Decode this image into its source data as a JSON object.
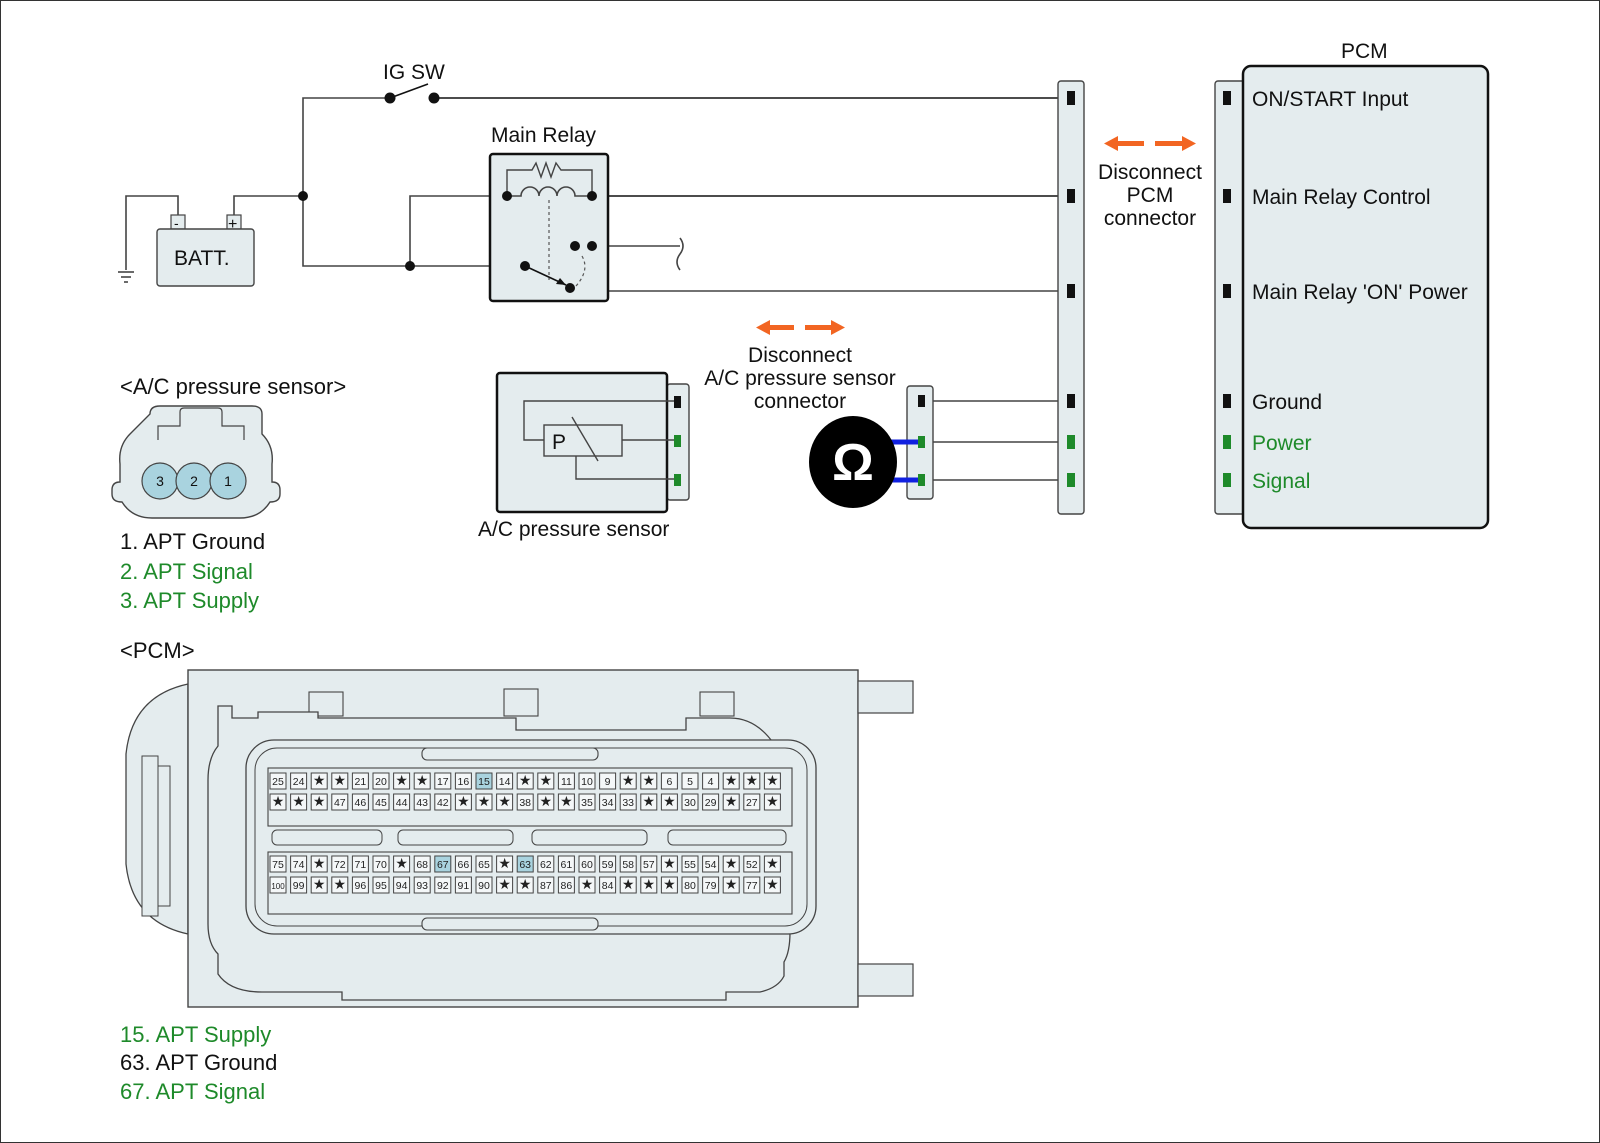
{
  "colors": {
    "wire": "#444444",
    "component_fill": "#e4ecee",
    "pin_black": "#111111",
    "pin_green": "#1e8a2a",
    "disconnect_arrow": "#f26522",
    "meter_lead": "#1020e0",
    "highlight_pin": "#a9d3df",
    "sensor_pin_fill": "#a9d3df"
  },
  "top_circuit": {
    "ig_switch_label": "IG SW",
    "battery_label": "BATT.",
    "battery_neg": "-",
    "battery_pos": "+",
    "main_relay_label": "Main Relay",
    "pcm_title": "PCM",
    "pcm_disconnect": [
      "Disconnect",
      "PCM",
      "connector"
    ],
    "pcm_pins": [
      {
        "label": "ON/START Input",
        "color": "black"
      },
      {
        "label": "Main Relay Control",
        "color": "black"
      },
      {
        "label": "Main Relay 'ON' Power",
        "color": "black"
      },
      {
        "label": "Ground",
        "color": "black"
      },
      {
        "label": "Power",
        "color": "green"
      },
      {
        "label": "Signal",
        "color": "green"
      }
    ],
    "sensor_label": "A/C pressure sensor",
    "sensor_element": "P",
    "sensor_disconnect": [
      "Disconnect",
      "A/C pressure sensor",
      "connector"
    ],
    "meter_symbol": "Ω",
    "meter_icon": "ohmmeter-icon"
  },
  "sensor_connector": {
    "title": "<A/C pressure sensor>",
    "pins": [
      "3",
      "2",
      "1"
    ],
    "legend": [
      {
        "text": "1. APT Ground",
        "color": "black"
      },
      {
        "text": "2. APT Signal",
        "color": "green"
      },
      {
        "text": "3. APT Supply",
        "color": "green"
      }
    ]
  },
  "pcm_connector": {
    "title": "<PCM>",
    "rows": [
      [
        "25",
        "24",
        "*",
        "*",
        "21",
        "20",
        "*",
        "*",
        "17",
        "16",
        "15",
        "14",
        "*",
        "*",
        "11",
        "10",
        "9",
        "*",
        "*",
        "6",
        "5",
        "4",
        "*",
        "*",
        "*"
      ],
      [
        "*",
        "*",
        "*",
        "47",
        "46",
        "45",
        "44",
        "43",
        "42",
        "*",
        "*",
        "*",
        "38",
        "*",
        "*",
        "35",
        "34",
        "33",
        "*",
        "*",
        "30",
        "29",
        "*",
        "27",
        "*"
      ],
      [
        "75",
        "74",
        "*",
        "72",
        "71",
        "70",
        "*",
        "68",
        "67",
        "66",
        "65",
        "*",
        "63",
        "62",
        "61",
        "60",
        "59",
        "58",
        "57",
        "*",
        "55",
        "54",
        "*",
        "52",
        "*"
      ],
      [
        "100",
        "99",
        "*",
        "*",
        "96",
        "95",
        "94",
        "93",
        "92",
        "91",
        "90",
        "*",
        "*",
        "87",
        "86",
        "*",
        "84",
        "*",
        "*",
        "*",
        "80",
        "79",
        "*",
        "77",
        "*"
      ]
    ],
    "highlighted": [
      "15",
      "63",
      "67"
    ],
    "legend": [
      {
        "text": "15. APT Supply",
        "color": "green"
      },
      {
        "text": "63. APT Ground",
        "color": "black"
      },
      {
        "text": "67. APT Signal",
        "color": "green"
      }
    ]
  }
}
